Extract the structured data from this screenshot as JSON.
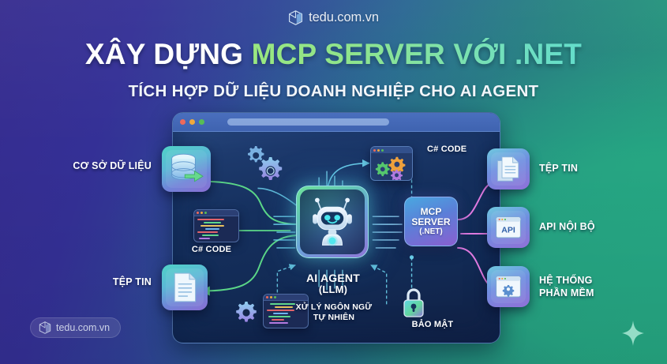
{
  "brand": {
    "name": "tedu.com.vn",
    "icon": "cube-logo-icon"
  },
  "header": {
    "title_part1": "XÂY DỰNG ",
    "title_part2": "MCP SERVER VỚI .NET",
    "subtitle": "TÍCH HỢP DỮ LIỆU DOANH NGHIỆP CHO AI AGENT"
  },
  "colors": {
    "bg_left": "#362c8f",
    "bg_right": "#25a877",
    "title_white": "#ffffff",
    "title_green": "#8fe48c",
    "accent_cyan": "#63ddcb",
    "arrow_green": "#5fe08a",
    "arrow_pink": "#e07ae0",
    "trace_cyan": "#57d6f0"
  },
  "window": {
    "traffic_lights": [
      "red",
      "yellow",
      "green"
    ],
    "address_bar_value": ""
  },
  "diagram": {
    "center": {
      "label_line1": "AI AGENT",
      "label_line2": "(LLM)",
      "caption_line1": "XỬ LÝ NGÔN NGỮ",
      "caption_line2": "TỰ NHIÊN",
      "icon": "robot-icon"
    },
    "mcp": {
      "line1": "MCP",
      "line2": "SERVER",
      "line3": "(.NET)"
    },
    "security": {
      "label": "BẢO MẬT",
      "icon": "padlock-icon"
    },
    "code_label_left": "C# CODE",
    "code_label_top": "C# CODE",
    "left_nodes": [
      {
        "label": "CƠ SỞ DỮ LIỆU",
        "icon": "database-icon"
      },
      {
        "label": "TỆP TIN",
        "icon": "document-icon"
      }
    ],
    "right_nodes": [
      {
        "label": "TỆP TIN",
        "icon": "documents-icon"
      },
      {
        "label": "API NỘI BỘ",
        "icon": "api-window-icon"
      },
      {
        "label": "HỆ THỐNG\nPHẦN MỀM",
        "icon": "software-window-icon"
      }
    ]
  },
  "watermark": {
    "text": "tedu.com.vn",
    "icon": "cube-logo-icon"
  },
  "sparkle": {
    "icon": "sparkle-star-icon"
  }
}
